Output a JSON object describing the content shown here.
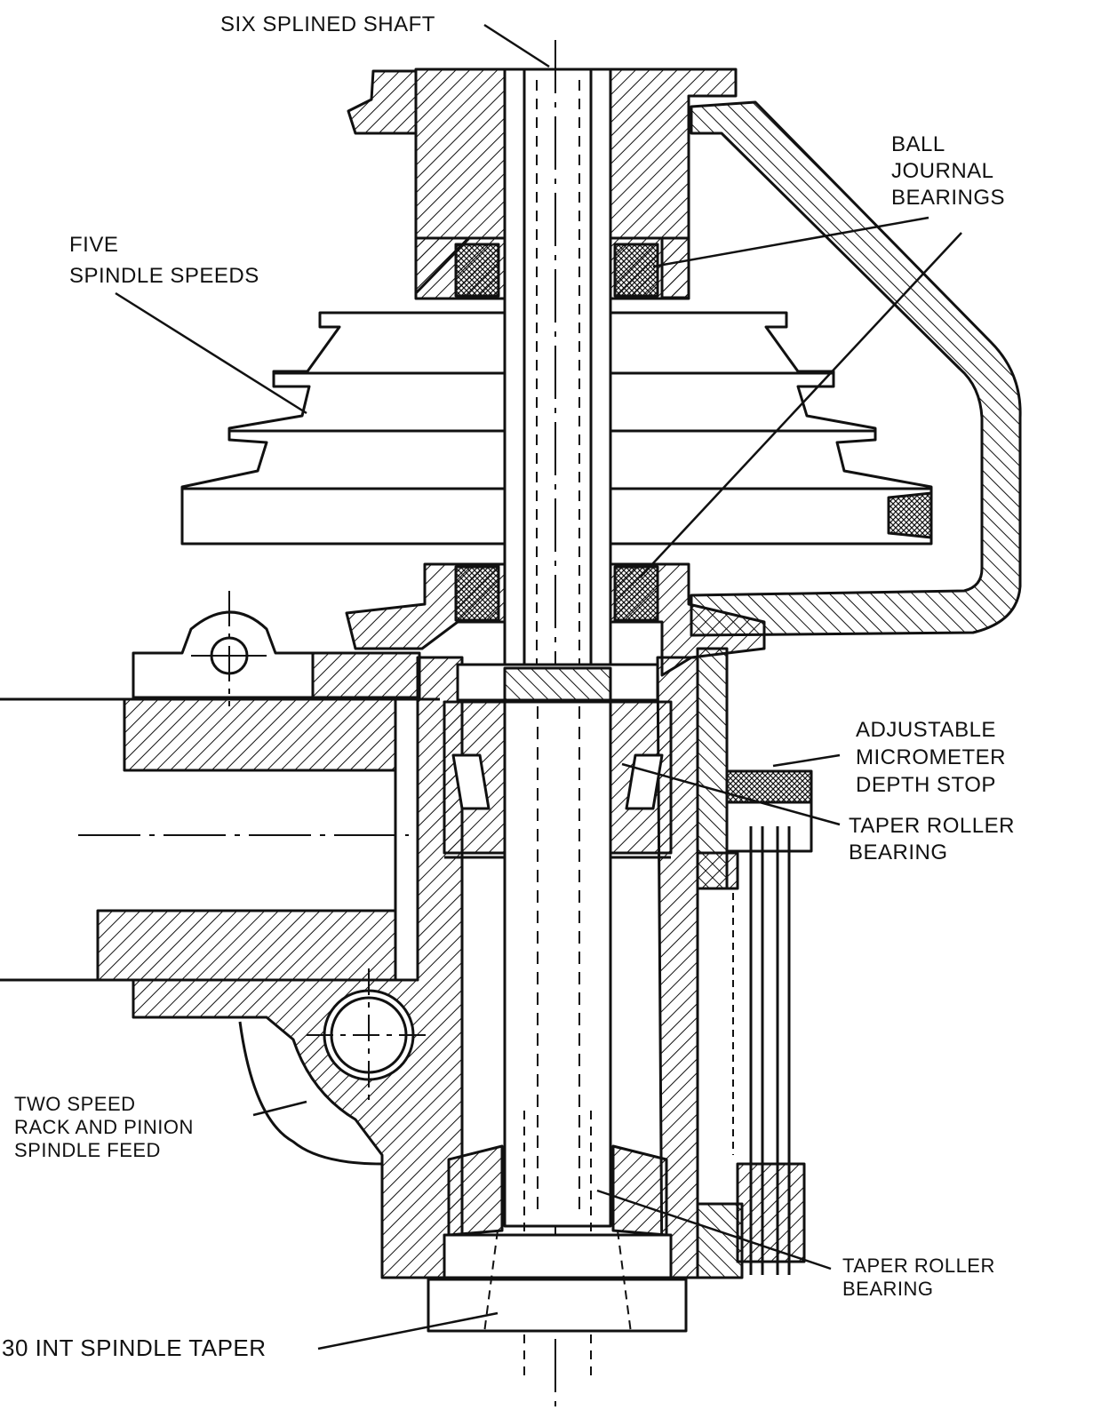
{
  "diagram": {
    "labels": {
      "six_splined_shaft": "SIX SPLINED SHAFT",
      "ball_journal_bearings": [
        "BALL",
        "JOURNAL",
        "BEARINGS"
      ],
      "five_spindle_speeds": [
        "FIVE",
        "SPINDLE SPEEDS"
      ],
      "adjustable_depth_stop": [
        "ADJUSTABLE",
        "MICROMETER",
        "DEPTH STOP"
      ],
      "taper_roller_bearing_upper": [
        "TAPER ROLLER",
        "BEARING"
      ],
      "two_speed_feed": [
        "TWO SPEED",
        "RACK AND PINION",
        "SPINDLE FEED"
      ],
      "taper_roller_bearing_lower": [
        "TAPER ROLLER",
        "BEARING"
      ],
      "spindle_taper": "30 INT SPINDLE TAPER"
    }
  }
}
